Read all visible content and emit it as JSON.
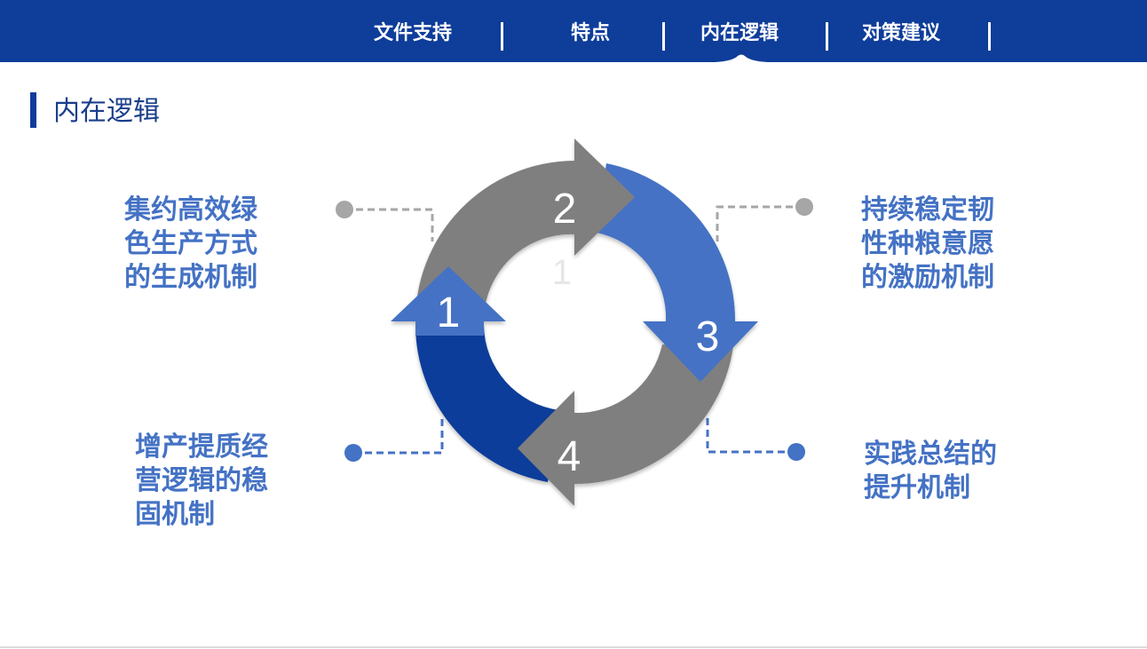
{
  "nav": {
    "items": [
      "文件支持",
      "特点",
      "内在逻辑",
      "对策建议"
    ],
    "active_index": 2
  },
  "heading": "内在逻辑",
  "diagram": {
    "steps": [
      "1",
      "2",
      "3",
      "4"
    ],
    "center_text": "1",
    "labels": {
      "top_left": [
        "集约高效绿",
        "色生产方式",
        "的生成机制"
      ],
      "top_right": [
        "持续稳定韧",
        "性种粮意愿",
        "的激励机制"
      ],
      "bottom_left": [
        "增产提质经",
        "营逻辑的稳",
        "固机制"
      ],
      "bottom_right": [
        "实践总结的",
        "提升机制"
      ]
    }
  },
  "colors": {
    "nav_bg": "#0e3d9a",
    "label_text": "#4472c4",
    "segment_gray": "#7f7f7f",
    "segment_light_blue": "#4472c4",
    "segment_dark_blue": "#0e3d9a",
    "connector_gray": "#a6a6a6",
    "connector_blue": "#4472c4"
  }
}
